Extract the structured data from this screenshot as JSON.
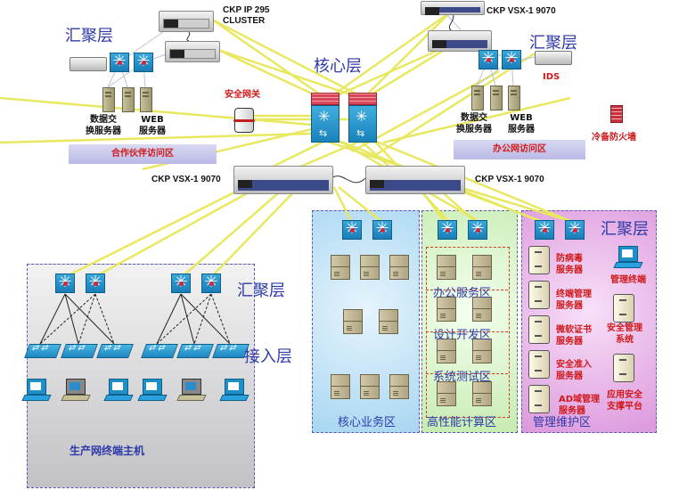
{
  "layers": {
    "core": "核心层",
    "aggregation": "汇聚层",
    "access": "接入层"
  },
  "devices": {
    "ckp_ip295": [
      "CKP IP 295",
      "CLUSTER"
    ],
    "ckp_vsx_top": "CKP VSX-1 9070",
    "ckp_vsx_left": "CKP VSX-1 9070",
    "ckp_vsx_right": "CKP VSX-1 9070",
    "security_gateway": "安全网关",
    "ids": "IDS",
    "cold_firewall": "冷备防火墙"
  },
  "partner_zone": {
    "servers": [
      {
        "label": [
          "数据交",
          "换服务器"
        ]
      },
      {
        "label": [
          "WEB",
          "服务器"
        ]
      }
    ],
    "band": "合作伙伴访问区"
  },
  "office_zone": {
    "servers": [
      {
        "label": [
          "数据交",
          "换服务器"
        ]
      },
      {
        "label": [
          "WEB",
          "服务器"
        ]
      }
    ],
    "band": "办公网访问区"
  },
  "zones": {
    "production": "生产网终端主机",
    "core_business": "核心业务区",
    "hpc": "高性能计算区",
    "hpc_sub": [
      "办公服务区",
      "设计开发区",
      "系统测试区"
    ],
    "management": "管理维护区"
  },
  "management_items": {
    "left": [
      [
        "防病毒",
        "服务器"
      ],
      [
        "终端管理",
        "服务器"
      ],
      [
        "微软证书",
        "服务器"
      ],
      [
        "安全准入",
        "服务器"
      ],
      [
        "AD域管理",
        "服务器"
      ]
    ],
    "right": [
      [
        "管理终端"
      ],
      [
        "安全管理",
        "系统"
      ],
      [
        "应用安全",
        "支撑平台"
      ]
    ]
  },
  "colors": {
    "link": "#e8e860",
    "layer_text": "#2e3aa8",
    "alert_text": "#d01818",
    "production_bg": "#c8c8cc",
    "core_business_bg": "#b4dcf4",
    "hpc_bg": "#d2f0c0",
    "management_bg": "#e4a8e4"
  }
}
